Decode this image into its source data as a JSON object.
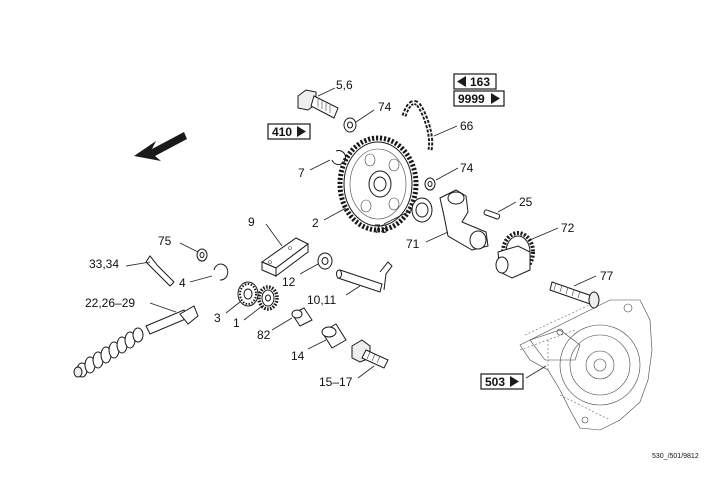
{
  "part_labels": {
    "p5_6": "5,6",
    "p74a": "74",
    "p66": "66",
    "p7": "7",
    "p74b": "74",
    "p2": "2",
    "p9": "9",
    "p25": "25",
    "p73": "73",
    "p71": "71",
    "p72": "72",
    "p75": "75",
    "p33_34": "33,34",
    "p4": "4",
    "p12": "12",
    "p77": "77",
    "p22_26_29": "22,26–29",
    "p3": "3",
    "p1": "1",
    "p10_11": "10,11",
    "p82": "82",
    "p14": "14",
    "p15_17": "15–17"
  },
  "references": {
    "ref163": "163",
    "ref9999": "9999",
    "ref410": "410",
    "ref503": "503"
  },
  "drawing_code": "530_/501/9812"
}
